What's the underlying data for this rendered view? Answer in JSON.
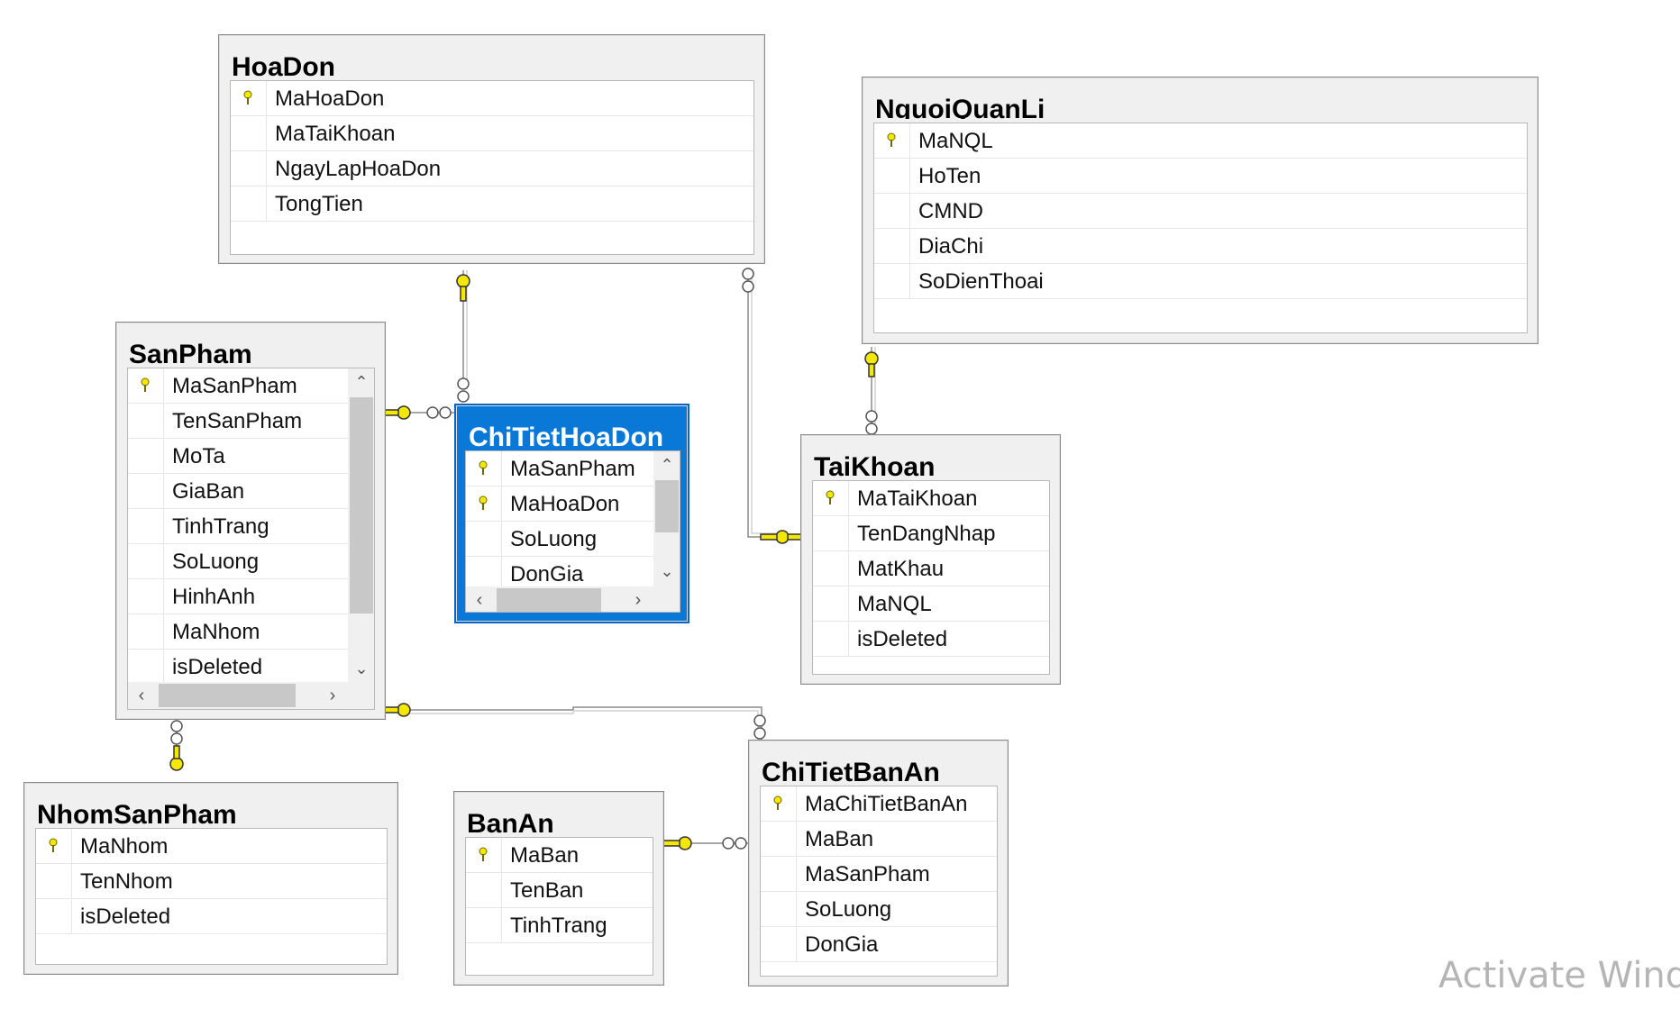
{
  "colors": {
    "accent": "#0a78d7",
    "key": "#f4e800",
    "line": "#8a8a8a"
  },
  "tables": {
    "hoadon": {
      "name": "HoaDon",
      "columns": [
        "MaHoaDon",
        "MaTaiKhoan",
        "NgayLapHoaDon",
        "TongTien"
      ],
      "primary_keys": [
        "MaHoaDon"
      ]
    },
    "nguoiquanli": {
      "name": "NguoiQuanLi",
      "columns": [
        "MaNQL",
        "HoTen",
        "CMND",
        "DiaChi",
        "SoDienThoai"
      ],
      "primary_keys": [
        "MaNQL"
      ]
    },
    "sanpham": {
      "name": "SanPham",
      "columns": [
        "MaSanPham",
        "TenSanPham",
        "MoTa",
        "GiaBan",
        "TinhTrang",
        "SoLuong",
        "HinhAnh",
        "MaNhom",
        "isDeleted"
      ],
      "primary_keys": [
        "MaSanPham"
      ]
    },
    "chitiethoadon": {
      "name": "ChiTietHoaDon",
      "columns": [
        "MaSanPham",
        "MaHoaDon",
        "SoLuong",
        "DonGia"
      ],
      "primary_keys": [
        "MaSanPham",
        "MaHoaDon"
      ],
      "selected": true
    },
    "taikhoan": {
      "name": "TaiKhoan",
      "columns": [
        "MaTaiKhoan",
        "TenDangNhap",
        "MatKhau",
        "MaNQL",
        "isDeleted"
      ],
      "primary_keys": [
        "MaTaiKhoan"
      ]
    },
    "nhomsanpham": {
      "name": "NhomSanPham",
      "columns": [
        "MaNhom",
        "TenNhom",
        "isDeleted"
      ],
      "primary_keys": [
        "MaNhom"
      ]
    },
    "banan": {
      "name": "BanAn",
      "columns": [
        "MaBan",
        "TenBan",
        "TinhTrang"
      ],
      "primary_keys": [
        "MaBan"
      ]
    },
    "chitietbanan": {
      "name": "ChiTietBanAn",
      "columns": [
        "MaChiTietBanAn",
        "MaBan",
        "MaSanPham",
        "SoLuong",
        "DonGia"
      ],
      "primary_keys": [
        "MaChiTietBanAn"
      ]
    }
  },
  "relationships": [
    {
      "one": "hoadon",
      "many": "chitiethoadon"
    },
    {
      "one": "sanpham",
      "many": "chitiethoadon"
    },
    {
      "one": "taikhoan",
      "many": "hoadon"
    },
    {
      "one": "nguoiquanli",
      "many": "taikhoan"
    },
    {
      "one": "nhomsanpham",
      "many": "sanpham"
    },
    {
      "one": "sanpham",
      "many": "chitietbanan"
    },
    {
      "one": "banan",
      "many": "chitietbanan"
    }
  ],
  "watermark": "Activate Windo"
}
